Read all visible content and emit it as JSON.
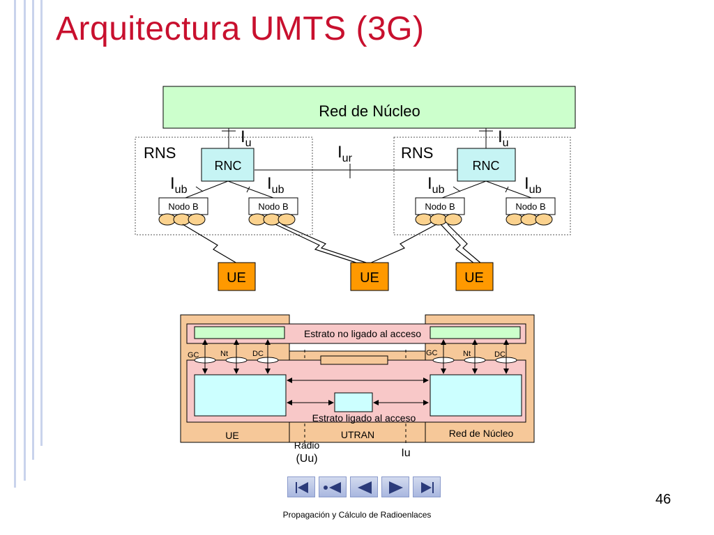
{
  "slide": {
    "title": "Arquitectura UMTS (3G)",
    "page_number": "46",
    "footer": "Propagación y Cálculo de Radioenlaces"
  },
  "arch": {
    "core": "Red de Núcleo",
    "rns": "RNS",
    "rnc": "RNC",
    "nodo_b": "Nodo B",
    "ue": "UE",
    "iu_main": "I",
    "iu_sub": "u",
    "iur_sub": "ur",
    "iub_sub": "ub"
  },
  "strata": {
    "non_access": "Estrato no ligado al acceso",
    "access": "Estrato ligado al acceso",
    "gc": "GC",
    "nt": "Nt",
    "dc": "DC",
    "ue": "UE",
    "utran": "UTRAN",
    "core": "Red de Núcleo",
    "radio": "Radio",
    "uu": "(Uu)",
    "iu": "Iu"
  },
  "navigation": [
    {
      "name": "first-slide-button",
      "icon": "first-icon"
    },
    {
      "name": "last-viewed-button",
      "icon": "return-icon"
    },
    {
      "name": "previous-slide-button",
      "icon": "previous-icon"
    },
    {
      "name": "next-slide-button",
      "icon": "next-icon"
    },
    {
      "name": "last-slide-button",
      "icon": "last-icon"
    }
  ],
  "colors": {
    "title": "#c8102e",
    "core_fill": "#ccffcc",
    "rnc_fill": "#c6f4f4",
    "ue_fill": "#ff9900",
    "nodeb_fill": "#fbd28e",
    "strata_outer": "#f6c899",
    "strata_inner": "#f8c8c8",
    "strata_box": "#ccffff"
  }
}
